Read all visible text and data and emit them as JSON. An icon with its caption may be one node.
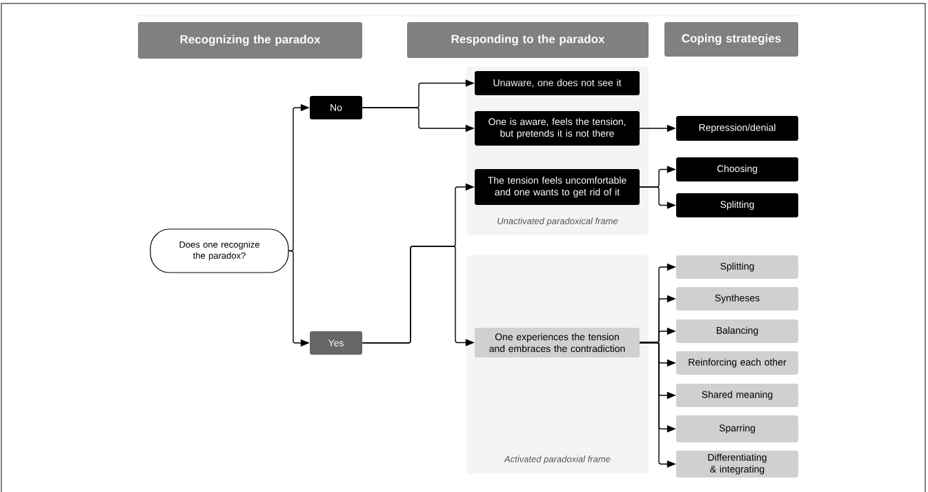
{
  "diagram": {
    "nodes": [
      {
        "text": [
          "Recognizing the paradox"
        ]
      },
      {
        "text": [
          "Responding to the paradox"
        ]
      },
      {
        "text": [
          "Coping strategies"
        ]
      },
      {
        "text": [
          "Unactivated paradoxical frame"
        ]
      },
      {
        "text": [
          "Activated paradoxial frame"
        ]
      },
      {
        "text": [
          "Does one recognize the paradox?"
        ]
      },
      {
        "text": [
          "No"
        ]
      },
      {
        "text": [
          "Yes"
        ]
      },
      {
        "text": [
          "Unaware, one does not see it"
        ],
        "in": 3
      },
      {
        "text": [
          "One is aware, feels the tension, but pretends it is not there"
        ],
        "in": 3
      },
      {
        "text": [
          "The tension feels uncomfortable and one wants to get rid of it"
        ],
        "in": 3
      },
      {
        "text": [
          "One experiences the tension and embraces the contradiction"
        ],
        "in": 4
      },
      {
        "text": [
          "Repression/denial"
        ]
      },
      {
        "text": [
          "Choosing"
        ]
      },
      {
        "text": [
          "Splitting"
        ]
      },
      {
        "text": [
          "Splitting"
        ]
      },
      {
        "text": [
          "Syntheses"
        ]
      },
      {
        "text": [
          "Balancing"
        ]
      },
      {
        "text": [
          "Reinforcing each other"
        ]
      },
      {
        "text": [
          "Shared meaning"
        ]
      },
      {
        "text": [
          "Sparring"
        ]
      },
      {
        "text": [
          "Differentiating & integrating"
        ]
      }
    ],
    "edges": [
      {
        "from": 5,
        "to": 6,
        "arrow": "to"
      },
      {
        "from": 5,
        "to": 7,
        "arrow": "to"
      },
      {
        "from": 6,
        "to": 8,
        "arrow": "to"
      },
      {
        "from": 6,
        "to": 9,
        "arrow": "to"
      },
      {
        "from": 9,
        "to": 12,
        "arrow": "to"
      },
      {
        "from": 7,
        "to": 10,
        "arrow": "to"
      },
      {
        "from": 7,
        "to": 11,
        "arrow": "to"
      },
      {
        "from": 10,
        "to": 13,
        "arrow": "to"
      },
      {
        "from": 10,
        "to": 14,
        "arrow": "to"
      },
      {
        "from": 11,
        "to": 15,
        "arrow": "to"
      },
      {
        "from": 11,
        "to": 16,
        "arrow": "to"
      },
      {
        "from": 11,
        "to": 17,
        "arrow": "to"
      },
      {
        "from": 11,
        "to": 18,
        "arrow": "to"
      },
      {
        "from": 11,
        "to": 19,
        "arrow": "to"
      },
      {
        "from": 11,
        "to": 20,
        "arrow": "to"
      },
      {
        "from": 11,
        "to": 21,
        "arrow": "to"
      }
    ]
  }
}
